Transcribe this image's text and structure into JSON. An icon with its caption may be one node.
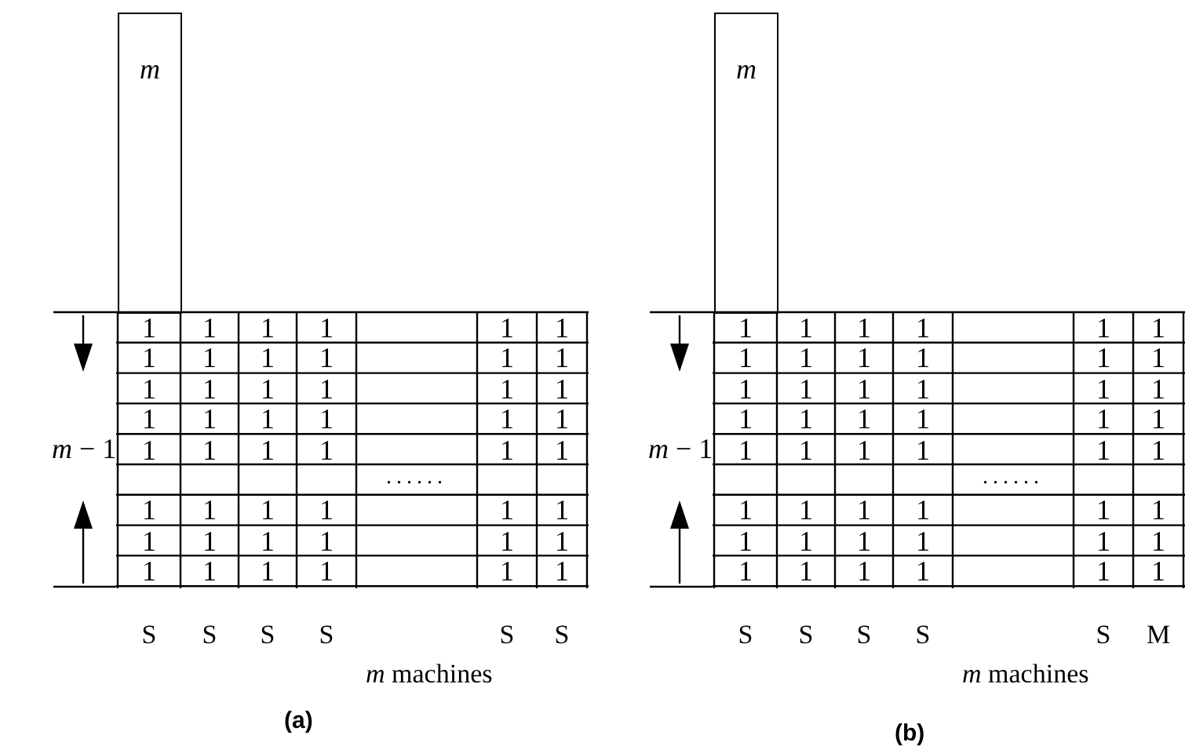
{
  "diagram": {
    "nodes": [
      {
        "text": [
          "m"
        ]
      },
      {
        "text": [
          "m"
        ]
      }
    ],
    "labels": [
      "*m* − 1",
      "1",
      "1",
      "1",
      "1",
      "1",
      "1",
      "1",
      "1",
      "1",
      "1",
      "1",
      "1",
      "1",
      "1",
      "1",
      "1",
      "1",
      "1",
      "1",
      "1",
      "1",
      "1",
      "1",
      "1",
      "1",
      "1",
      "1",
      "1",
      "1",
      "1",
      "......",
      "1",
      "1",
      "1",
      "1",
      "1",
      "1",
      "1",
      "1",
      "1",
      "1",
      "1",
      "1",
      "1",
      "1",
      "1",
      "1",
      "1",
      "1",
      "S",
      "S",
      "S",
      "S",
      "S",
      "S",
      "*m* machines",
      "(a)",
      "*m* − 1",
      "1",
      "1",
      "1",
      "1",
      "1",
      "1",
      "1",
      "1",
      "1",
      "1",
      "1",
      "1",
      "1",
      "1",
      "1",
      "1",
      "1",
      "1",
      "1",
      "1",
      "1",
      "1",
      "1",
      "1",
      "1",
      "1",
      "1",
      "1",
      "1",
      "1",
      "......",
      "1",
      "1",
      "1",
      "1",
      "1",
      "1",
      "1",
      "1",
      "1",
      "1",
      "1",
      "1",
      "1",
      "1",
      "1",
      "1",
      "1",
      "1",
      "S",
      "S",
      "S",
      "S",
      "S",
      "M",
      "*m* machines",
      "(b)"
    ]
  }
}
